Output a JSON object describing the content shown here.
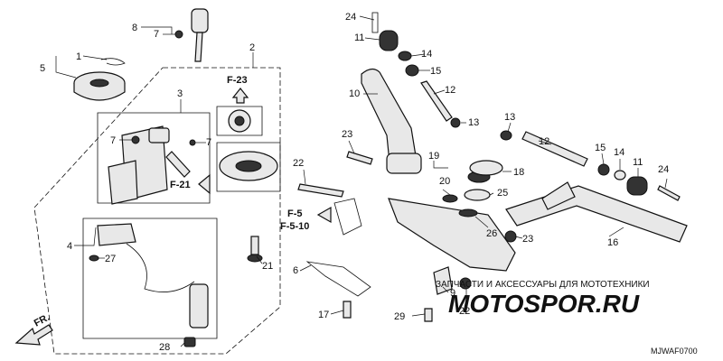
{
  "diagram": {
    "reference_labels": {
      "f23": "F-23",
      "f21": "F-21",
      "f5": "F-5",
      "f510": "F-5-10",
      "fr": "FR."
    },
    "part_numbers": {
      "p1": "1",
      "p2": "2",
      "p3": "3",
      "p4": "4",
      "p5": "5",
      "p6": "6",
      "p7a": "7",
      "p7b": "7",
      "p7c": "7",
      "p8": "8",
      "p9": "9",
      "p10": "10",
      "p11a": "11",
      "p11b": "11",
      "p12a": "12",
      "p12b": "12",
      "p13a": "13",
      "p13b": "13",
      "p14a": "14",
      "p14b": "14",
      "p15a": "15",
      "p15b": "15",
      "p16": "16",
      "p17": "17",
      "p18": "18",
      "p19": "19",
      "p20": "20",
      "p21": "21",
      "p22a": "22",
      "p22b": "22",
      "p23a": "23",
      "p23b": "23",
      "p24a": "24",
      "p24b": "24",
      "p25": "25",
      "p26": "26",
      "p27": "27",
      "p28": "28",
      "p29": "29"
    },
    "diagram_code": "MJWAF0700"
  },
  "watermark": {
    "tagline": "ЗАПЧАСТИ И АКСЕССУАРЫ ДЛЯ МОТОТЕХНИКИ",
    "logo": "MOTOSPOR.RU"
  },
  "colors": {
    "line": "#111111",
    "part_fill": "#e8e8e8",
    "watermark_red": "#e21a1a"
  }
}
